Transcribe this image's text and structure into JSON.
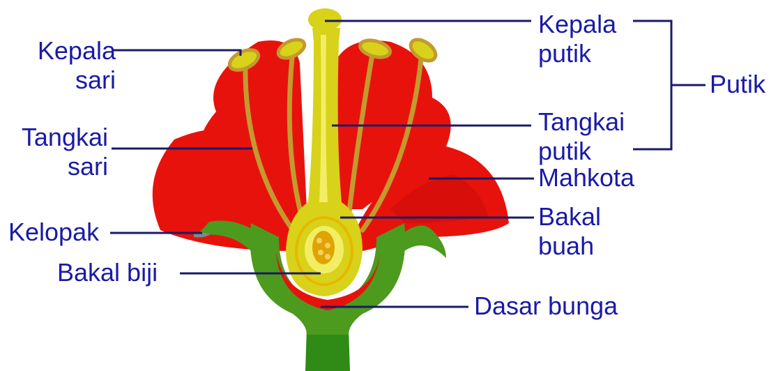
{
  "colors": {
    "label_text": "#1a1aa6",
    "leader_line": "#1a1a66",
    "petal": "#e8120c",
    "petal_dark": "#b80a06",
    "stamen": "#c39a2e",
    "pistil": "#d8d21a",
    "pistil_light": "#f2ee64",
    "ovary_rim": "#e6b800",
    "ovule": "#e0a400",
    "receptacle": "#4c9a1e",
    "receptacle_dark": "#2f6e12",
    "stem": "#2f8a16"
  },
  "labels": {
    "kepala_sari": [
      "Kepala",
      "sari"
    ],
    "tangkai_sari": [
      "Tangkai",
      "sari"
    ],
    "kelopak": "Kelopak",
    "bakal_biji": "Bakal biji",
    "kepala_putik": [
      "Kepala",
      "putik"
    ],
    "tangkai_putik": [
      "Tangkai",
      "putik"
    ],
    "putik": "Putik",
    "mahkota": "Mahkota",
    "bakal_buah": [
      "Bakal",
      "buah"
    ],
    "dasar_bunga": "Dasar bunga"
  }
}
